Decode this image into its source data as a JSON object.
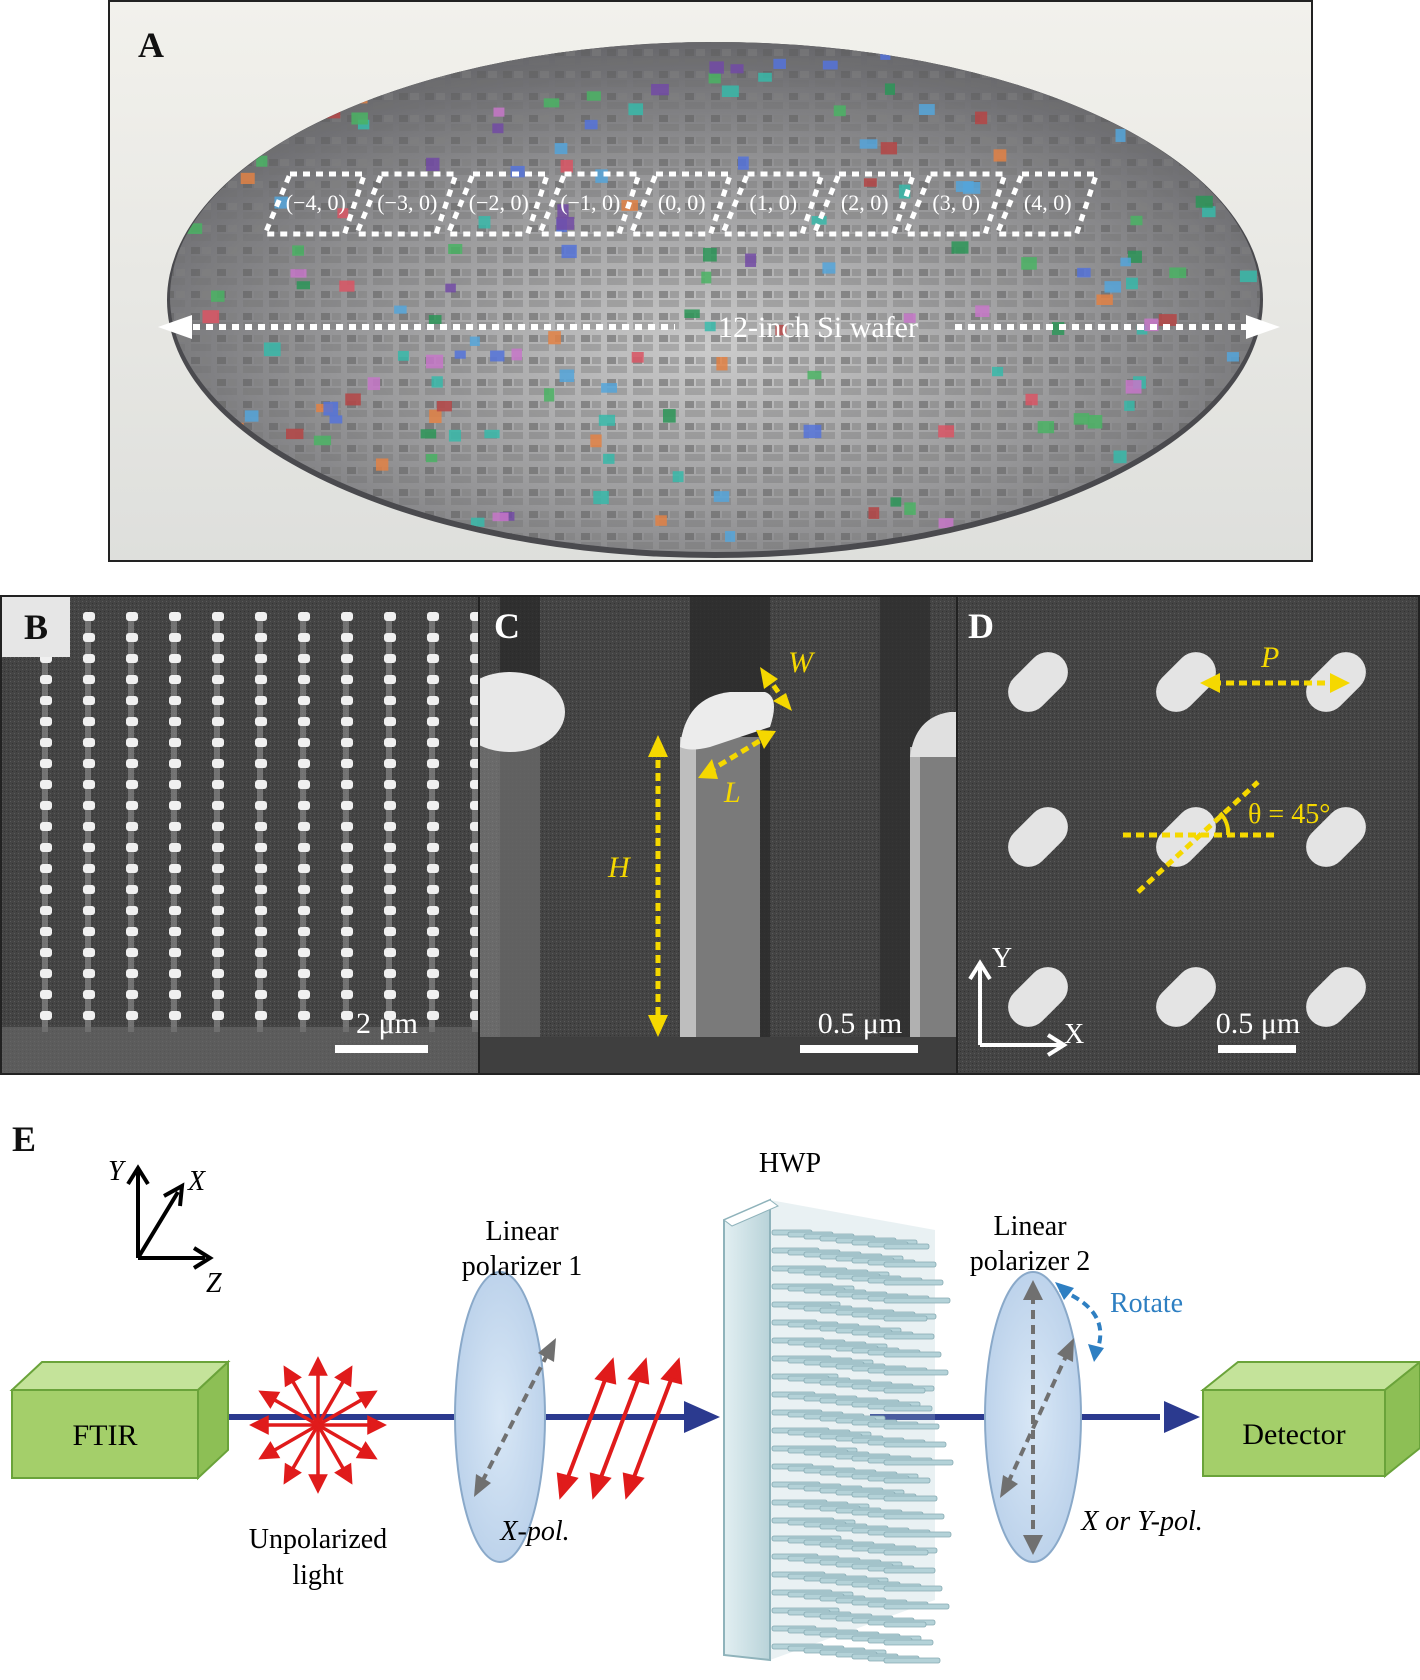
{
  "panel_a": {
    "label": "A",
    "coords": [
      "(−4, 0)",
      "(−3, 0)",
      "(−2, 0)",
      "(−1, 0)",
      "(0, 0)",
      "(1, 0)",
      "(2, 0)",
      "(3, 0)",
      "(4, 0)"
    ],
    "wafer_label": "12-inch Si wafer"
  },
  "panel_b": {
    "label": "B",
    "scalebar": "2 μm"
  },
  "panel_c": {
    "label": "C",
    "scalebar": "0.5 μm",
    "dim_w": "W",
    "dim_l": "L",
    "dim_h": "H"
  },
  "panel_d": {
    "label": "D",
    "scalebar": "0.5 μm",
    "dim_p": "P",
    "theta": "θ = 45°",
    "axis_x": "X",
    "axis_y": "Y"
  },
  "panel_e": {
    "label": "E",
    "axis_y": "Y",
    "axis_x": "X",
    "axis_z": "Z",
    "ftir": "FTIR",
    "unpolarized_1": "Unpolarized",
    "unpolarized_2": "light",
    "lp1_1": "Linear",
    "lp1_2": "polarizer 1",
    "xpol": "X-pol.",
    "hwp": "HWP",
    "lp2_1": "Linear",
    "lp2_2": "polarizer 2",
    "rotate": "Rotate",
    "xypol": "X or Y-pol.",
    "detector": "Detector"
  },
  "colors": {
    "annotation_yellow": "#f5d800",
    "beam_blue": "#2b3a8f",
    "box_green": "#a4cf6a",
    "lens_blue": "#c9ddf1",
    "arrow_red": "#e01b1b",
    "rotate_blue": "#2e7fc2"
  }
}
